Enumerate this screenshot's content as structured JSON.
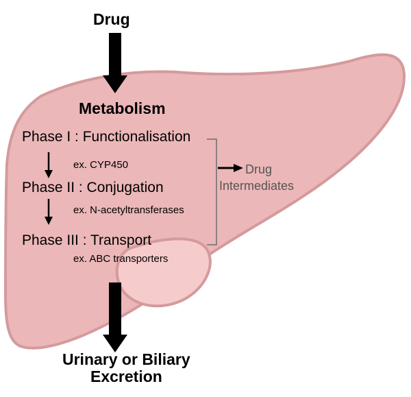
{
  "diagram": {
    "input_label": "Drug",
    "process_title": "Metabolism",
    "phases": [
      {
        "name": "Phase I : Functionalisation",
        "example": "ex. CYP450"
      },
      {
        "name": "Phase II : Conjugation",
        "example": "ex. N-acetyltransferases"
      },
      {
        "name": "Phase III : Transport",
        "example": "ex. ABC transporters"
      }
    ],
    "intermediates_line1": "Drug",
    "intermediates_line2": "Intermediates",
    "output_line1": "Urinary or Biliary",
    "output_line2": "Excretion"
  },
  "colors": {
    "liver_fill": "#ebb7b8",
    "liver_outline": "#d59a9c",
    "gallbladder_fill": "#f6cbcb",
    "arrow": "#000000",
    "bracket": "#6d6d6d",
    "muted_text": "#555555"
  }
}
